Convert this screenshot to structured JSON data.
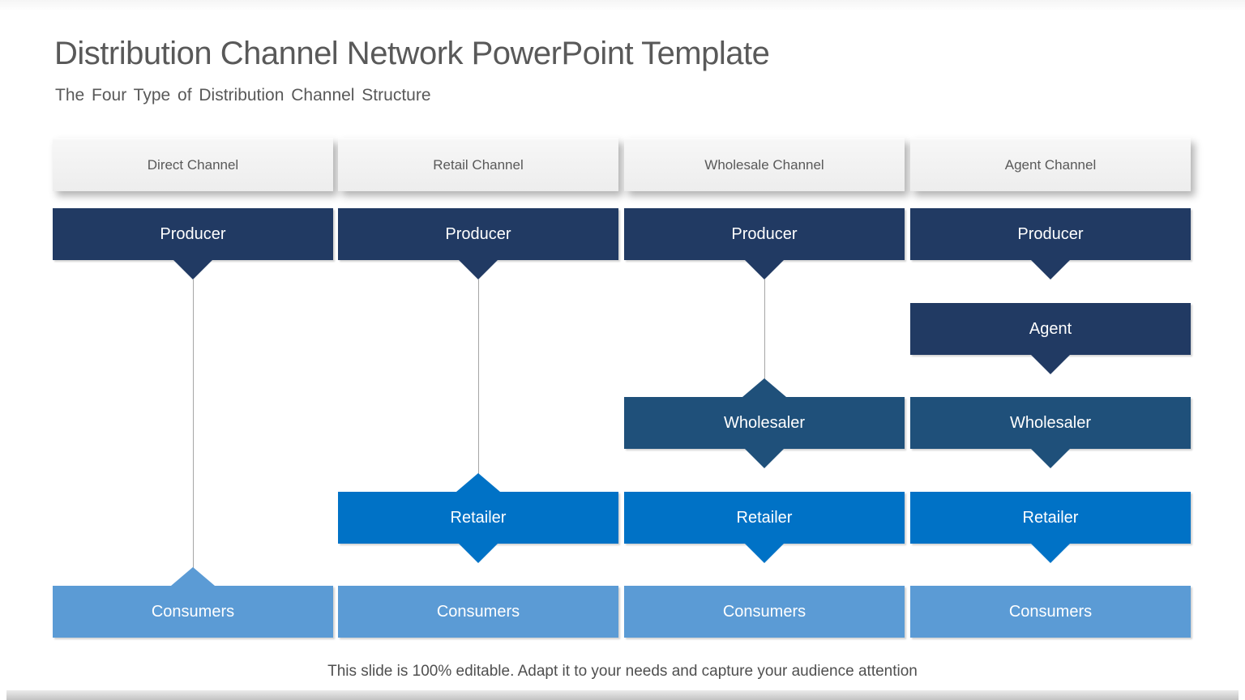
{
  "slide": {
    "title": "Distribution Channel Network PowerPoint Template",
    "subtitle": "The Four Type of Distribution Channel Structure",
    "footer": "This slide is 100% editable. Adapt it to your needs and capture your audience attention"
  },
  "colors": {
    "producer": "#213A63",
    "agent": "#213A63",
    "wholesaler": "#1F507A",
    "retailer": "#0072C6",
    "consumers": "#5B9BD5",
    "header_bg": "#F0F0F0",
    "heading_text": "#595959",
    "connector_line": "#A6A6A6",
    "box_text": "#FFFFFF"
  },
  "channels": [
    {
      "label": "Direct Channel",
      "stages": {
        "producer": "Producer",
        "consumers": "Consumers"
      }
    },
    {
      "label": "Retail Channel",
      "stages": {
        "producer": "Producer",
        "retailer": "Retailer",
        "consumers": "Consumers"
      }
    },
    {
      "label": "Wholesale Channel",
      "stages": {
        "producer": "Producer",
        "wholesaler": "Wholesaler",
        "retailer": "Retailer",
        "consumers": "Consumers"
      }
    },
    {
      "label": "Agent Channel",
      "stages": {
        "producer": "Producer",
        "agent": "Agent",
        "wholesaler": "Wholesaler",
        "retailer": "Retailer",
        "consumers": "Consumers"
      }
    }
  ]
}
